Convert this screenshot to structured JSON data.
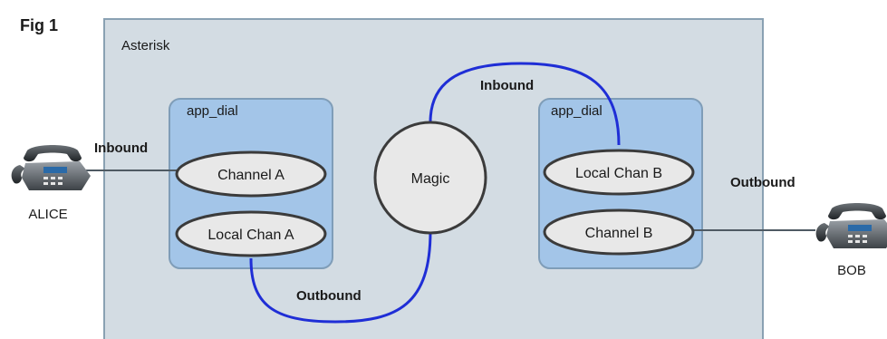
{
  "figure": {
    "label": "Fig 1",
    "container_title": "Asterisk",
    "left_group_title": "app_dial",
    "right_group_title": "app_dial",
    "nodes": {
      "channel_a": "Channel A",
      "local_chan_a": "Local Chan A",
      "magic": "Magic",
      "local_chan_b": "Local Chan B",
      "channel_b": "Channel B"
    },
    "edges": {
      "alice_inbound": "Inbound",
      "top_inbound": "Inbound",
      "bottom_outbound": "Outbound",
      "bob_outbound": "Outbound"
    },
    "endpoints": {
      "alice": "ALICE",
      "bob": "BOB"
    },
    "colors": {
      "container_fill": "#d3dce3",
      "container_stroke": "#8aa1b3",
      "group_fill": "#a3c5e8",
      "group_stroke": "#7f9db8",
      "node_fill": "#e8e8e8",
      "node_stroke": "#3b3b3b",
      "blue_link": "#1f2ed6",
      "phone_link": "#4f5a63"
    },
    "icons": [
      "phone-icon",
      "phone-icon"
    ]
  }
}
